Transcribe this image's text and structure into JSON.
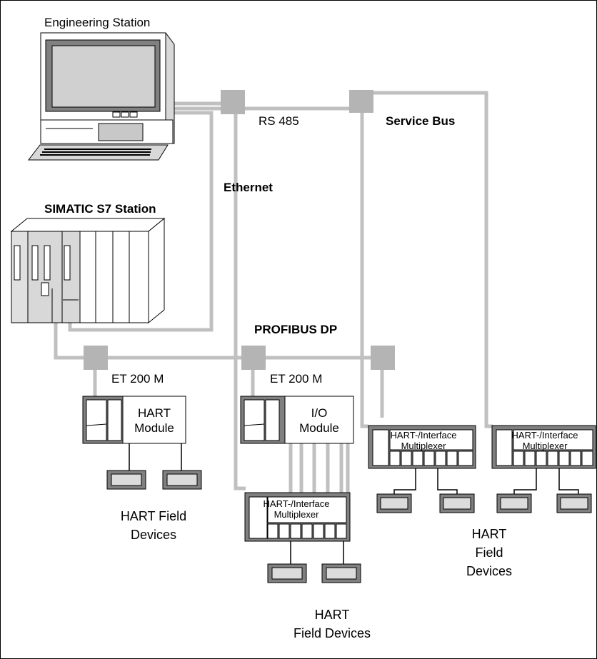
{
  "labels": {
    "engineering_station": "Engineering Station",
    "rs485": "RS 485",
    "service_bus": "Service Bus",
    "ethernet": "Ethernet",
    "simatic_station": "SIMATIC S7 Station",
    "profibus_dp": "PROFIBUS DP",
    "et200m_left": "ET 200 M",
    "et200m_mid": "ET 200 M",
    "hart_module_l1": "HART",
    "hart_module_l2": "Module",
    "io_module_l1": "I/O",
    "io_module_l2": "Module",
    "mux_mid_l1": "HART-/Interface",
    "mux_mid_l2": "Multiplexer",
    "mux_r1_l1": "HART-/Interface",
    "mux_r1_l2": "Multiplexer",
    "mux_r2_l1": "HART-/Interface",
    "mux_r2_l2": "Multiplexer",
    "field_left_l1": "HART Field",
    "field_left_l2": "Devices",
    "field_mid_l1": "HART",
    "field_mid_l2": "Field Devices",
    "field_right_l1": "HART",
    "field_right_l2": "Field",
    "field_right_l3": "Devices"
  },
  "colors": {
    "bus_line": "#c0c0c0",
    "bus_node": "#b4b4b4",
    "device_gray": "#808080",
    "panel_light": "#dcdcdc"
  }
}
